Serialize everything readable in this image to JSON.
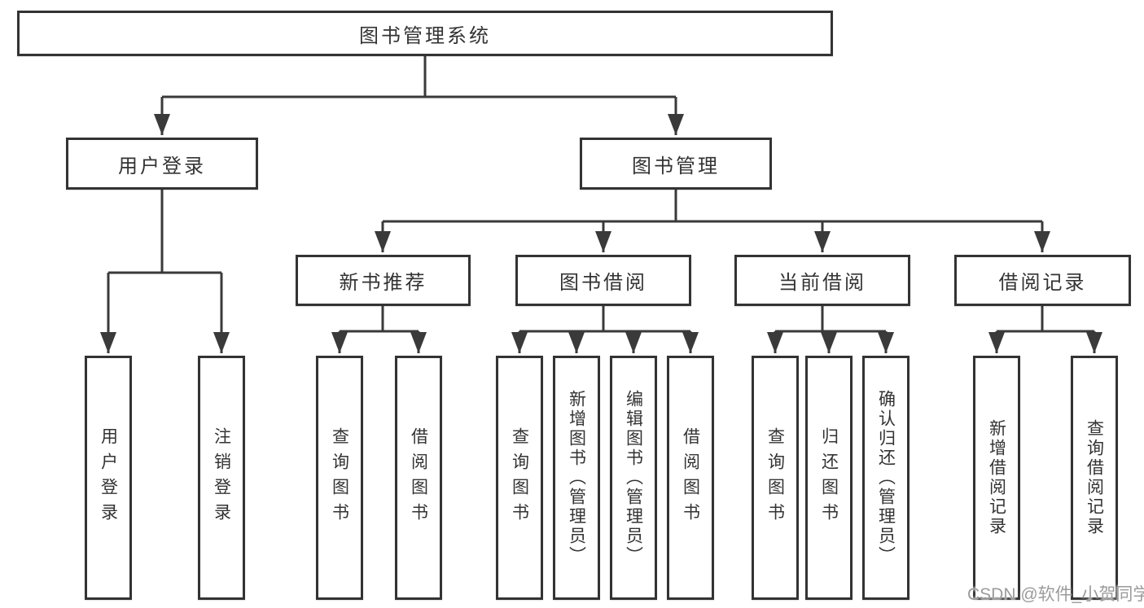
{
  "colors": {
    "line": "#3a3a3a",
    "box_border": "#333333",
    "text": "#333333",
    "background": "#ffffff",
    "watermark": "#9b9b9b"
  },
  "tree": {
    "root": {
      "label": "图书管理系统"
    },
    "branches": [
      {
        "label": "用户登录",
        "children": [
          {
            "label": "用户登录"
          },
          {
            "label": "注销登录"
          }
        ]
      },
      {
        "label": "图书管理",
        "children": [
          {
            "label": "新书推荐",
            "children": [
              {
                "label": "查询图书"
              },
              {
                "label": "借阅图书"
              }
            ]
          },
          {
            "label": "图书借阅",
            "children": [
              {
                "label": "查询图书"
              },
              {
                "label": "新增图书（管理员）"
              },
              {
                "label": "编辑图书（管理员）"
              },
              {
                "label": "借阅图书"
              }
            ]
          },
          {
            "label": "当前借阅",
            "children": [
              {
                "label": "查询图书"
              },
              {
                "label": "归还图书"
              },
              {
                "label": "确认归还（管理员）"
              }
            ]
          },
          {
            "label": "借阅记录",
            "children": [
              {
                "label": "新增借阅记录"
              },
              {
                "label": "查询借阅记录"
              }
            ]
          }
        ]
      }
    ]
  },
  "watermark": {
    "text": "CSDN @软件_小贺同学"
  }
}
